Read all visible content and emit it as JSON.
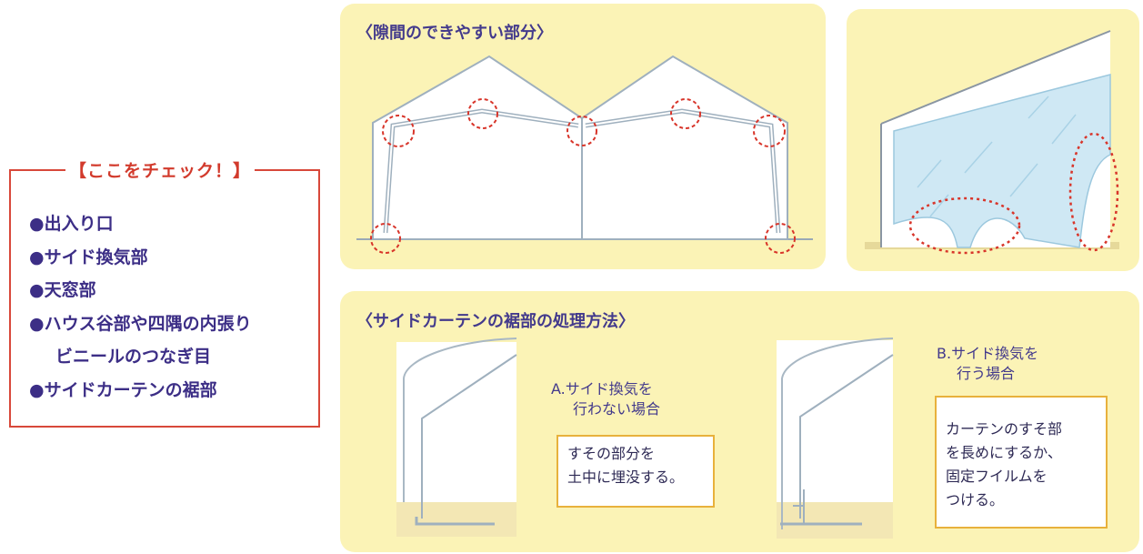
{
  "checklist": {
    "title": "【ここをチェック！】",
    "items": [
      "●出入り口",
      "●サイド換気部",
      "●天窓部",
      "●ハウス谷部や四隅の内張り",
      "ビニールのつなぎ目",
      "●サイドカーテンの裾部"
    ]
  },
  "gap_panel": {
    "title": "〈隙間のできやすい部分〉"
  },
  "hem_panel": {
    "title": "〈サイドカーテンの裾部の処理方法〉",
    "case_a": {
      "label_line1": "A.サイド換気を",
      "label_line2": "行わない場合",
      "note_line1": "すその部分を",
      "note_line2": "土中に埋没する。"
    },
    "case_b": {
      "label_line1": "B.サイド換気を",
      "label_line2": "行う場合",
      "note_line1": "カーテンのすそ部",
      "note_line2": "を長めにするか、",
      "note_line3": "固定フイルムを",
      "note_line4": "つける。"
    }
  },
  "colors": {
    "panel_bg": "#fbf3b6",
    "check_border": "#d8483a",
    "check_text": "#3c2e86",
    "title_text": "#433a8c",
    "dashed_circle": "#d8352a",
    "note_border": "#e8b13c",
    "film_blue": "#cfe8f4"
  }
}
